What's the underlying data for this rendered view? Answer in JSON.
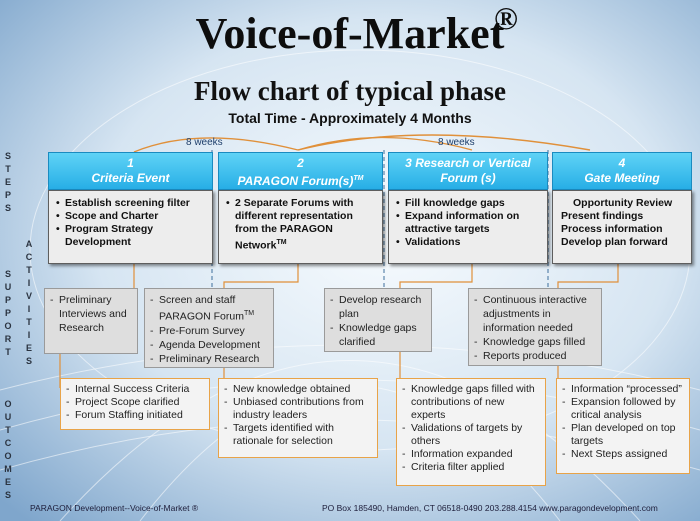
{
  "title": "Voice-of-Market",
  "registered_mark": "®",
  "subtitle": "Flow chart of typical phase",
  "total_time": "Total Time - Approximately 4 Months",
  "weeks_labels": [
    "8 weeks",
    "8 weeks"
  ],
  "side_labels": {
    "steps": [
      "S",
      "T",
      "E",
      "P",
      "S"
    ],
    "support": [
      "S",
      "U",
      "P",
      "P",
      "O",
      "R",
      "T"
    ],
    "activities": [
      "A",
      "C",
      "T",
      "I",
      "V",
      "I",
      "T",
      "I",
      "E",
      "S"
    ],
    "outcomes": [
      "O",
      "U",
      "T",
      "C",
      "O",
      "M",
      "E",
      "S"
    ]
  },
  "phases": [
    {
      "number": "1",
      "name": "Criteria Event",
      "steps": [
        "Establish screening filter",
        "Scope and Charter",
        "Program Strategy Development"
      ],
      "support": [
        "Preliminary Interviews and Research"
      ],
      "outcomes": [
        "Internal Success Criteria",
        "Project Scope clarified",
        "Forum Staffing initiated"
      ]
    },
    {
      "number": "2",
      "name": "PARAGON  Forum(s)",
      "name_sup": "TM",
      "steps": [
        "2 Separate Forums with different representation from the PARAGON Network"
      ],
      "steps_sup": "TM",
      "support": [
        "Screen and staff PARAGON Forum",
        "Pre-Forum Survey",
        "Agenda Development",
        "Preliminary Research"
      ],
      "support_sup": "TM",
      "outcomes": [
        "New knowledge obtained",
        "Unbiased contributions from industry leaders",
        "Targets identified with rationale for selection"
      ]
    },
    {
      "number": "3",
      "name": "Research or Vertical Forum (s)",
      "steps": [
        "Fill knowledge gaps",
        "Expand information on attractive targets",
        "Validations"
      ],
      "support": [
        "Develop research plan",
        "Knowledge gaps clarified"
      ],
      "outcomes": [
        "Knowledge gaps filled with contributions of new experts",
        "Validations of targets by others",
        "Information expanded",
        "Criteria filter applied"
      ]
    },
    {
      "number": "4",
      "name": "Gate Meeting",
      "steps": [
        "Opportunity Review",
        "Present findings",
        "Process information",
        "Develop plan forward"
      ],
      "support": [
        "Continuous interactive adjustments in information needed",
        "Knowledge gaps filled",
        "Reports produced"
      ],
      "outcomes": [
        "Information “processed”",
        "Expansion followed by critical analysis",
        "Plan developed on top targets",
        "Next Steps assigned"
      ]
    }
  ],
  "footer": {
    "left": "PARAGON Development--Voice-of-Market ®",
    "right": "PO Box 185490, Hamden, CT  06518-0490 203.288.4154 www.paragondevelopment.com"
  }
}
